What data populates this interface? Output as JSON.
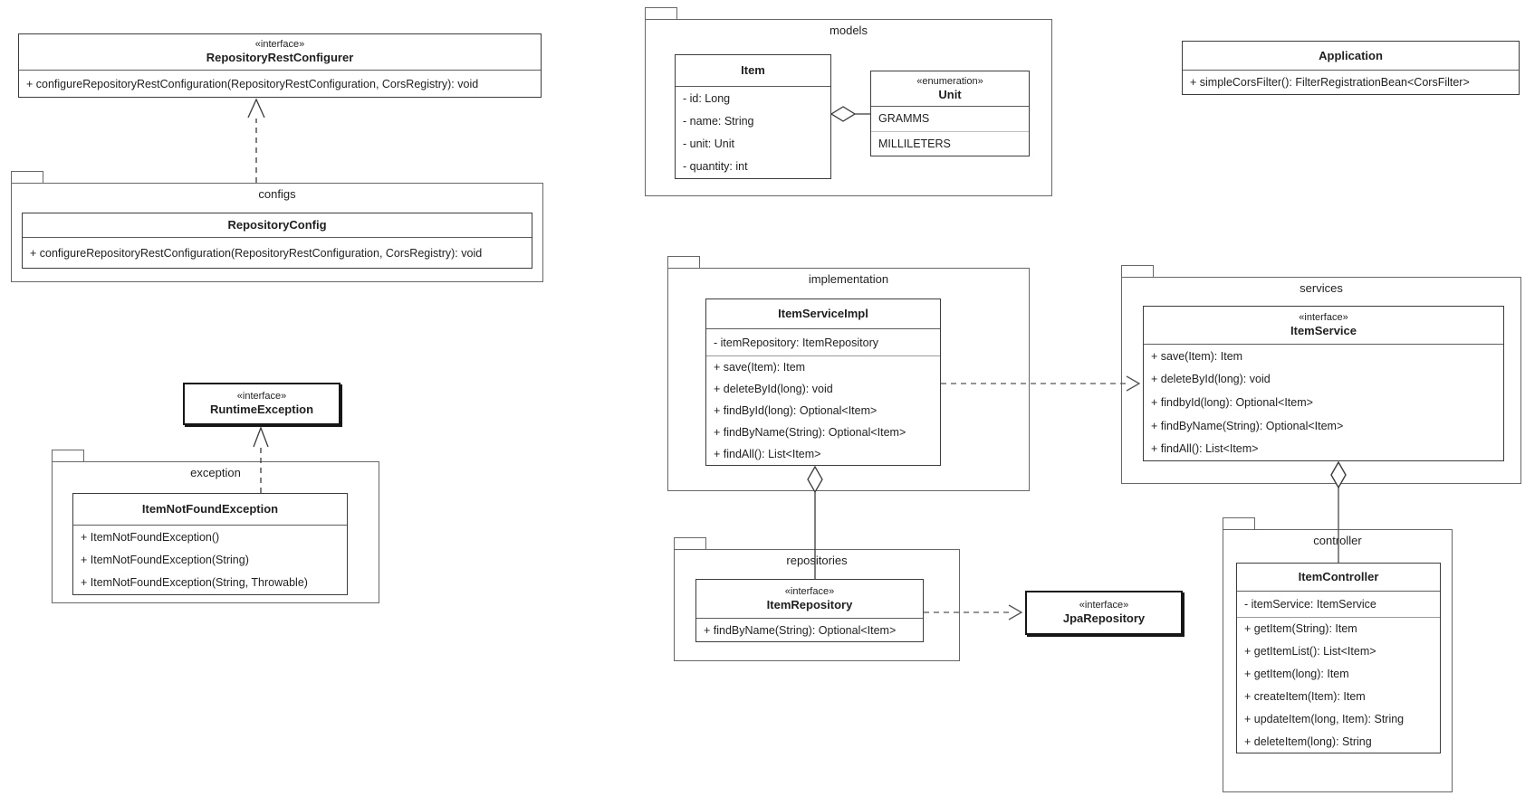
{
  "diagram": {
    "kind": "UML class diagram",
    "colors": {
      "background": "#ffffff",
      "border_dark": "#3c3c3c",
      "border_package": "#676767",
      "text": "#1f1f1f"
    }
  },
  "packages": {
    "configs": {
      "label": "configs"
    },
    "models": {
      "label": "models"
    },
    "exception": {
      "label": "exception"
    },
    "implementation": {
      "label": "implementation"
    },
    "services": {
      "label": "services"
    },
    "repositories": {
      "label": "repositories"
    },
    "controller": {
      "label": "controller"
    }
  },
  "classes": {
    "repositoryRestConfigurer": {
      "stereotype": "«interface»",
      "name": "RepositoryRestConfigurer",
      "methods": [
        "+ configureRepositoryRestConfiguration(RepositoryRestConfiguration, CorsRegistry): void"
      ]
    },
    "repositoryConfig": {
      "name": "RepositoryConfig",
      "methods": [
        "+ configureRepositoryRestConfiguration(RepositoryRestConfiguration, CorsRegistry): void"
      ]
    },
    "runtimeException": {
      "stereotype": "«interface»",
      "name": "RuntimeException"
    },
    "itemNotFoundException": {
      "name": "ItemNotFoundException",
      "methods": [
        "+ ItemNotFoundException()",
        "+ ItemNotFoundException(String)",
        "+ ItemNotFoundException(String, Throwable)"
      ]
    },
    "item": {
      "name": "Item",
      "attributes": [
        "- id: Long",
        "- name: String",
        "- unit: Unit",
        "- quantity: int"
      ]
    },
    "unit": {
      "stereotype": "«enumeration»",
      "name": "Unit",
      "values": [
        "GRAMMS",
        "MILLILETERS"
      ]
    },
    "application": {
      "name": "Application",
      "methods": [
        "+ simpleCorsFilter(): FilterRegistrationBean<CorsFilter>"
      ]
    },
    "itemServiceImpl": {
      "name": "ItemServiceImpl",
      "attributes": [
        "- itemRepository: ItemRepository"
      ],
      "methods": [
        "+ save(Item): Item",
        "+ deleteById(long): void",
        "+ findById(long): Optional<Item>",
        "+ findByName(String): Optional<Item>",
        "+ findAll(): List<Item>"
      ]
    },
    "itemService": {
      "stereotype": "«interface»",
      "name": "ItemService",
      "methods": [
        "+ save(Item): Item",
        "+ deleteById(long): void",
        "+ findbyId(long): Optional<Item>",
        "+ findByName(String): Optional<Item>",
        "+ findAll(): List<Item>"
      ]
    },
    "itemRepository": {
      "stereotype": "«interface»",
      "name": "ItemRepository",
      "methods": [
        "+ findByName(String): Optional<Item>"
      ]
    },
    "jpaRepository": {
      "stereotype": "«interface»",
      "name": "JpaRepository"
    },
    "itemController": {
      "name": "ItemController",
      "attributes": [
        "- itemService: ItemService"
      ],
      "methods": [
        "+ getItem(String): Item",
        "+ getItemList(): List<Item>",
        "+ getItem(long): Item",
        "+ createItem(Item): Item",
        "+ updateItem(long, Item): String",
        "+ deleteItem(long): String"
      ]
    }
  },
  "relationships": [
    {
      "a": "RepositoryConfig",
      "b": "RepositoryRestConfigurer",
      "type": "realization"
    },
    {
      "a": "ItemNotFoundException",
      "b": "RuntimeException",
      "type": "realization"
    },
    {
      "a": "Item",
      "b": "Unit",
      "type": "aggregation",
      "diamond_at": "Item"
    },
    {
      "a": "ItemServiceImpl",
      "b": "ItemService",
      "type": "dependency"
    },
    {
      "a": "ItemServiceImpl",
      "b": "ItemRepository",
      "type": "aggregation",
      "diamond_at": "ItemServiceImpl"
    },
    {
      "a": "ItemRepository",
      "b": "JpaRepository",
      "type": "dependency"
    },
    {
      "a": "ItemService",
      "b": "ItemController",
      "type": "aggregation",
      "diamond_at": "ItemService"
    }
  ]
}
